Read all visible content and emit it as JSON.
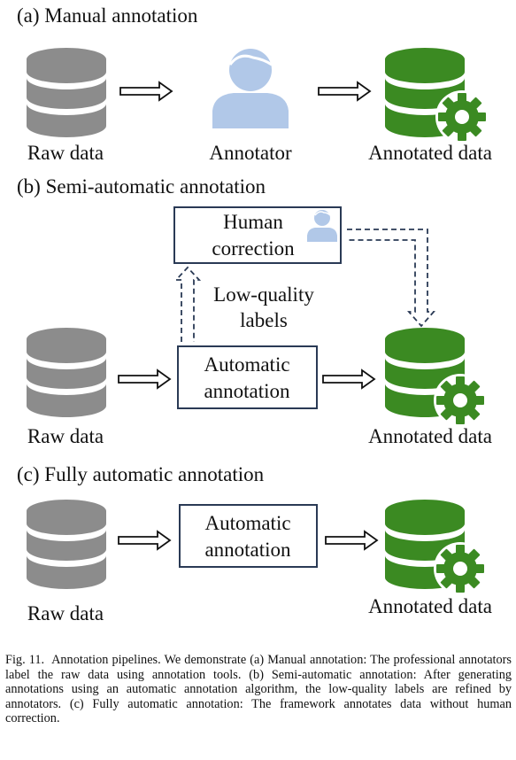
{
  "sections": {
    "a": {
      "title": "(a) Manual annotation",
      "source": "Raw data",
      "middle": "Annotator",
      "target": "Annotated data"
    },
    "b": {
      "title": "(b) Semi-automatic annotation",
      "human_correction": [
        "Human",
        "correction"
      ],
      "feedback": [
        "Low-quality",
        "labels"
      ],
      "source": "Raw data",
      "process": [
        "Automatic",
        "annotation"
      ],
      "target": "Annotated data"
    },
    "c": {
      "title": "(c) Fully automatic annotation",
      "source": "Raw data",
      "process": [
        "Automatic",
        "annotation"
      ],
      "target": "Annotated data"
    }
  },
  "caption": {
    "label": "Fig. 11.",
    "text": "Annotation pipelines. We demonstrate (a) Manual annotation: The professional annotators label the raw data using annotation tools. (b) Semi-automatic annotation: After generating annotations using an automatic annotation algorithm, the low-quality labels are refined by annotators. (c) Fully automatic annotation: The framework annotates data without human correction."
  },
  "colors": {
    "raw_data": "#8c8c8c",
    "annotated_data": "#3b8a22",
    "annotator": "#b1c8e8",
    "box_border": "#2a3a55",
    "dashed_arrow": "#2a3a55"
  },
  "icons": [
    "database-icon",
    "person-icon",
    "gear-icon",
    "arrow-icon"
  ]
}
